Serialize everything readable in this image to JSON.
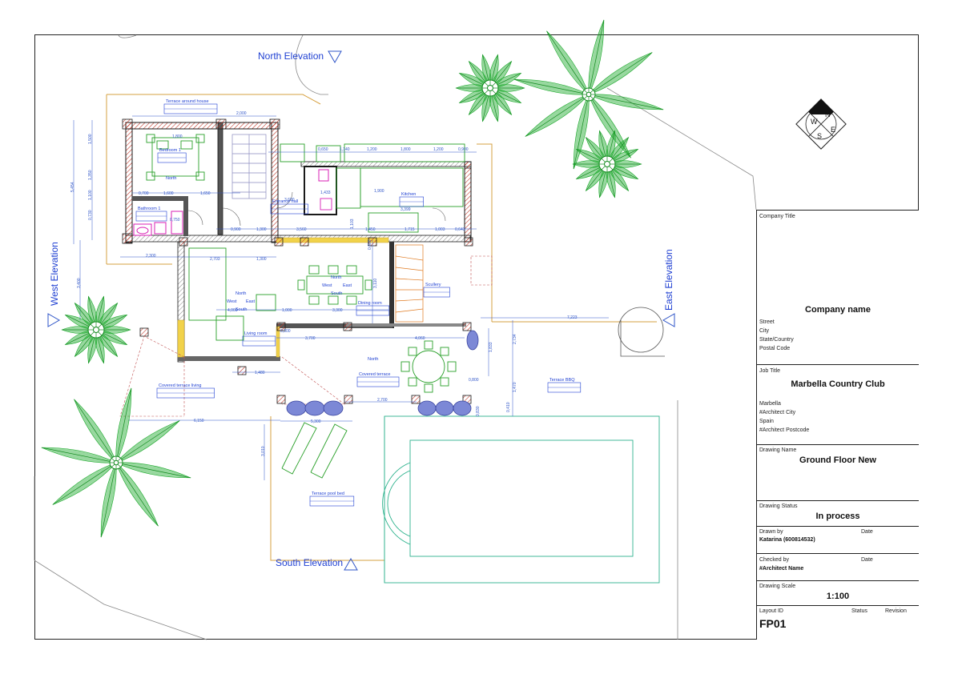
{
  "elevations": {
    "north": "North Elevation",
    "south": "South Elevation",
    "east": "East Elevation",
    "west": "West Elevation"
  },
  "compass": {
    "n": "N",
    "e": "E",
    "s": "S",
    "w": "W"
  },
  "rooms": {
    "terrace_around": "Terrace around house",
    "bedroom1": "Bedroom 1",
    "bathroom1": "Bathroom 1",
    "entrance_hall": "Entrance hall",
    "kitchen": "Kitchen",
    "scullery": "Scullery",
    "dining_room": "Dining room",
    "living_room": "Living room",
    "covered_terrace": "Covered terrace",
    "covered_terrace_living": "Covered terrace living",
    "terrace_bbq": "Terrace BBQ",
    "terrace_pool": "Terrace pool bed"
  },
  "orientation": {
    "north": "North",
    "south": "South",
    "east": "East",
    "west": "West"
  },
  "dimensions": {
    "d2000": "2,000",
    "d1800a": "1,800",
    "d0650": "0,650",
    "d1140": "1,140",
    "d1200a": "1,200",
    "d1800b": "1,800",
    "d1200b": "1,200",
    "d0900": "0,900",
    "d0700": "0,700",
    "d1600": "1,600",
    "d1650": "1,650",
    "d3600": "3,600",
    "d1900": "1,900",
    "d0900b": "0,900",
    "d1300a": "1,300",
    "d3560": "3,560",
    "d1450": "1,450",
    "d1715": "1,715",
    "d1003": "1,003",
    "d0643": "0,643",
    "d3399": "3,399",
    "d2300": "2,300",
    "d2703": "2,703",
    "d1300b": "1,300",
    "d4000": "4,000",
    "d1000": "1,000",
    "d3300": "3,300",
    "d3700": "3,700",
    "d4060": "4,060",
    "d7223": "7,223",
    "d1480": "1,480",
    "d2700": "2,700",
    "d6150": "6,150",
    "d5300": "5,300",
    "d0750": "0,750",
    "d5454": "5,454",
    "d1833": "1,833",
    "d2734": "2,734",
    "d1470": "1,470",
    "d0410": "0,410",
    "d3010": "3,010",
    "d0800": "0,800",
    "d0300": "0,300",
    "d1500": "1,500",
    "d1350": "1,350",
    "d1100": "1,100",
    "d3400": "3,400",
    "d3110": "3,110",
    "d0600": "0,600",
    "d0730": "0,730",
    "d0750b": "0,750",
    "d1433": "1,433",
    "d1103": "1,103",
    "d0830": "0,830"
  },
  "title_block": {
    "company_title_label": "Company Title",
    "company_name": "Company name",
    "street": "Street",
    "city": "City",
    "state_country": "State/Country",
    "postal_code": "Postal Code",
    "job_title_label": "Job Title",
    "job_title": "Marbella Country Club",
    "job_city": "Marbella",
    "job_architect_city": "#Architect City",
    "job_country": "Spain",
    "job_architect_postcode": "#Architect Postcode",
    "drawing_name_label": "Drawing Name",
    "drawing_name": "Ground Floor New",
    "drawing_status_label": "Drawing Status",
    "drawing_status": "In process",
    "drawn_by_label": "Drawn by",
    "date_label": "Date",
    "drawn_by": "Katarina (600814532)",
    "checked_by_label": "Checked by",
    "date_label2": "Date",
    "checked_by": "#Architect Name",
    "drawing_scale_label": "Drawing Scale",
    "drawing_scale": "1:100",
    "layout_id_label": "Layout ID",
    "status_label": "Status",
    "revision_label": "Revision",
    "layout_id": "FP01"
  },
  "colors": {
    "wall": "#1a1a1a",
    "hatch_red": "#c0392b",
    "dimension_blue": "#2f55c8",
    "room_label_blue": "#1e3fd2",
    "plant_green": "#1aa82a",
    "furniture_green": "#2aa02a",
    "terrace_orange": "#d6a040",
    "pool_teal": "#2fb38e",
    "door_orange": "#e07a20",
    "bath_magenta": "#d81fb5"
  }
}
